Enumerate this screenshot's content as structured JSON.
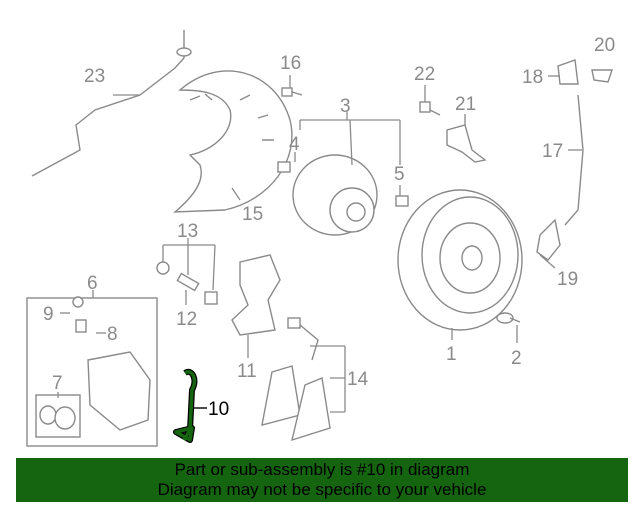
{
  "diagram": {
    "labels": {
      "p1": "1",
      "p2": "2",
      "p3": "3",
      "p4": "4",
      "p5": "5",
      "p6": "6",
      "p7": "7",
      "p8": "8",
      "p9": "9",
      "p10": "10",
      "p11": "11",
      "p12": "12",
      "p13": "13",
      "p14": "14",
      "p15": "15",
      "p16": "16",
      "p17": "17",
      "p18": "18",
      "p19": "19",
      "p20": "20",
      "p21": "21",
      "p22": "22",
      "p23": "23"
    },
    "highlight_color": "#146410"
  },
  "banner": {
    "line1": "Part or sub-assembly is #10 in diagram",
    "line2": "Diagram may not be specific to your vehicle",
    "color": "#146410"
  }
}
